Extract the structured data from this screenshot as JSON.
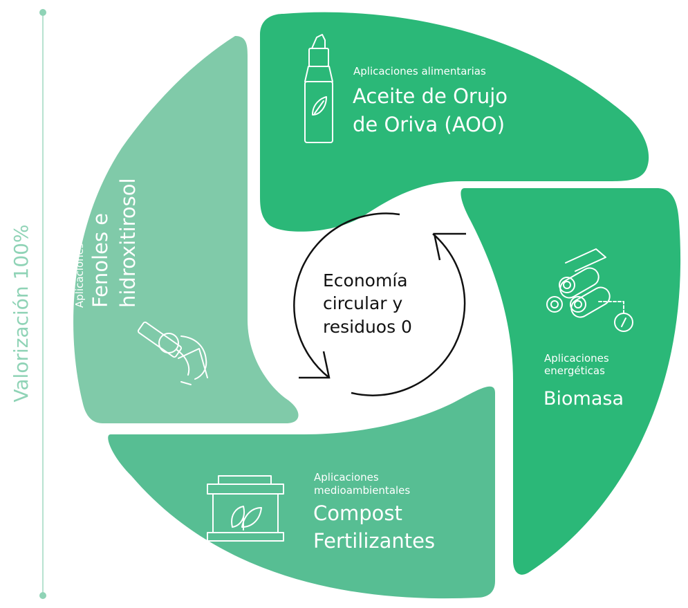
{
  "side_label": "Valorización 100%",
  "center": {
    "lines": [
      "Economía",
      "circular y",
      "residuos 0"
    ]
  },
  "segments": {
    "alimentarias": {
      "subtitle": "Aplicaciones alimentarias",
      "title_lines": [
        "Aceite de Orujo",
        "de Oriva (AOO)"
      ],
      "icon": "olive-oil-bottle-icon"
    },
    "energeticas": {
      "subtitle_lines": [
        "Aplicaciones",
        "energéticas"
      ],
      "title": "Biomasa",
      "icon": "logs-energy-icon"
    },
    "medioambientales": {
      "subtitle_lines": [
        "Aplicaciones",
        "medioambientales"
      ],
      "title_lines": [
        "Compost",
        "Fertilizantes"
      ],
      "icon": "compost-bin-icon"
    },
    "sanitarias": {
      "subtitle": "Aplicaciones sanitarias",
      "title_lines": [
        "Fenoles e",
        "hidroxitirosol"
      ],
      "icon": "microscope-icon"
    }
  },
  "colors": {
    "green_dark": "#2bb878",
    "green_mid": "#57be93",
    "green_light": "#80caa9",
    "side_label": "#8fd3b6"
  }
}
